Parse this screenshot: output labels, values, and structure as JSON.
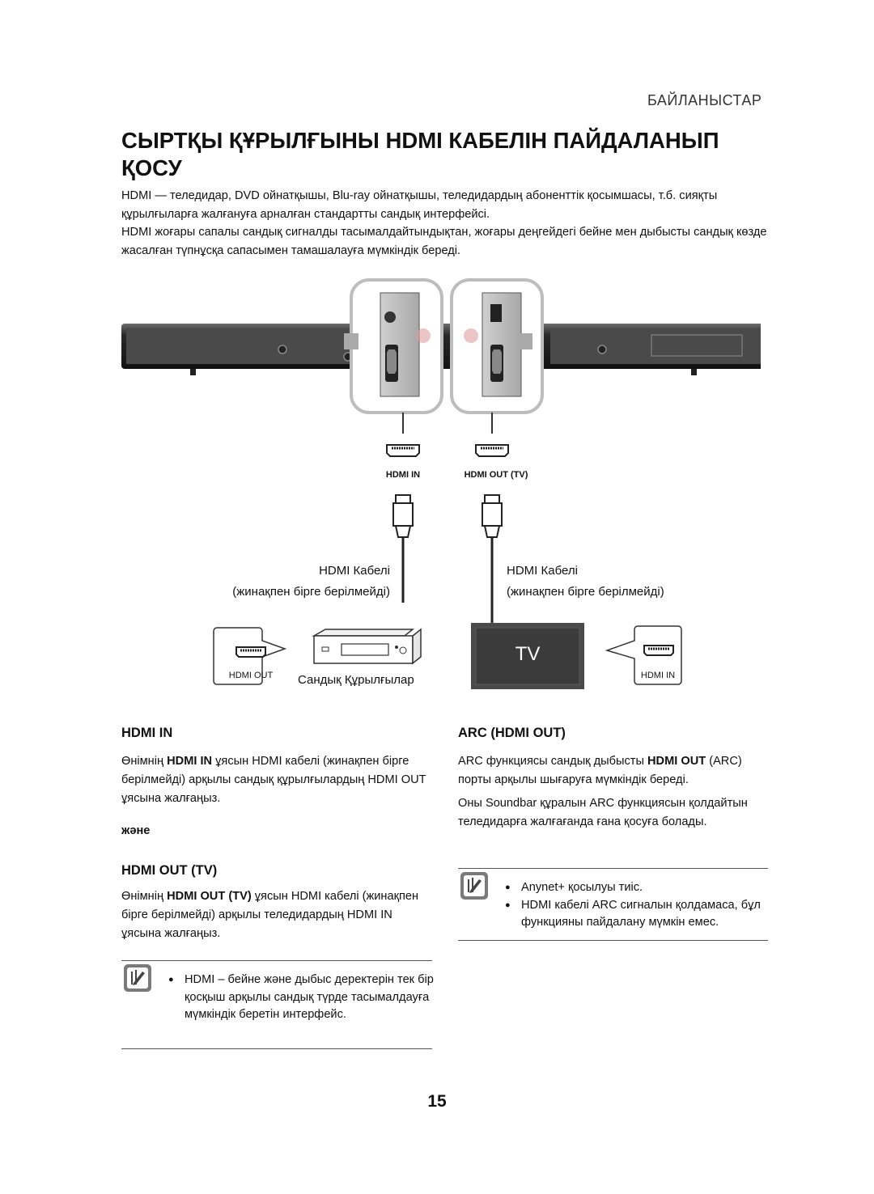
{
  "header": {
    "section": "БАЙЛАНЫСТАР"
  },
  "title": "СЫРТҚЫ ҚҰРЫЛҒЫНЫ HDMI КАБЕЛІН ПАЙДАЛАНЫП ҚОСУ",
  "intro": [
    "HDMI — теледидар, DVD ойнатқышы, Blu-ray ойнатқышы, теледидардың абоненттік қосымшасы, т.б. сияқты құрылғыларға жалғануға арналған стандартты сандық интерфейсі.",
    "HDMI жоғары сапалы сандық сигналды тасымалдайтындықтан, жоғары деңгейдегі бейне мен дыбысты сандық көзде жасалған түпнұсқа сапасымен тамашалауға мүмкіндік береді."
  ],
  "diagram": {
    "port_hdmi_in": "HDMI IN",
    "port_hdmi_out_tv": "HDMI OUT (TV)",
    "left_cable_name": "HDMI Кабелі",
    "left_cable_note": "(жинақпен бірге берілмейді)",
    "right_cable_name": "HDMI Кабелі",
    "right_cable_note": "(жинақпен бірге берілмейді)",
    "device_port_label": "HDMI OUT",
    "device_caption": "Сандық Құрылғылар",
    "tv_text": "TV",
    "tv_port_label": "HDMI  IN"
  },
  "left_col": {
    "heading1": "HDMI IN",
    "para1": {
      "a": "Өнімнің ",
      "b": "HDMI IN",
      "c": " ұясын HDMI кабелі (жинақпен бірге берілмейді) арқылы сандық құрылғылардың HDMI OUT ұясына жалғаңыз."
    },
    "and": "және",
    "heading2": "HDMI OUT (TV)",
    "para2": {
      "a": "Өнімнің ",
      "b": "HDMI OUT (TV)",
      "c": " ұясын HDMI кабелі (жинақпен бірге берілмейді) арқылы теледидардың HDMI IN ұясына жалғаңыз."
    },
    "note": [
      "HDMI – бейне және дыбыс деректерін тек бір қосқыш арқылы сандық түрде тасымалдауға мүмкіндік беретін интерфейс."
    ]
  },
  "right_col": {
    "heading": "ARC (HDMI OUT)",
    "para1": {
      "a": "ARC функциясы сандық дыбысты ",
      "b": "HDMI OUT",
      "c": " (ARC) порты арқылы шығаруға мүмкіндік береді."
    },
    "para2": "Оны Soundbar құралын ARC функциясын қолдайтын теледидарға жалғағанда ғана қосуға болады.",
    "notes": [
      "Anynet+ қосылуы тиіс.",
      "HDMI кабелі ARC сигналын қолдамаса, бұл функцияны пайдалану мүмкін емес."
    ]
  },
  "page_number": "15"
}
